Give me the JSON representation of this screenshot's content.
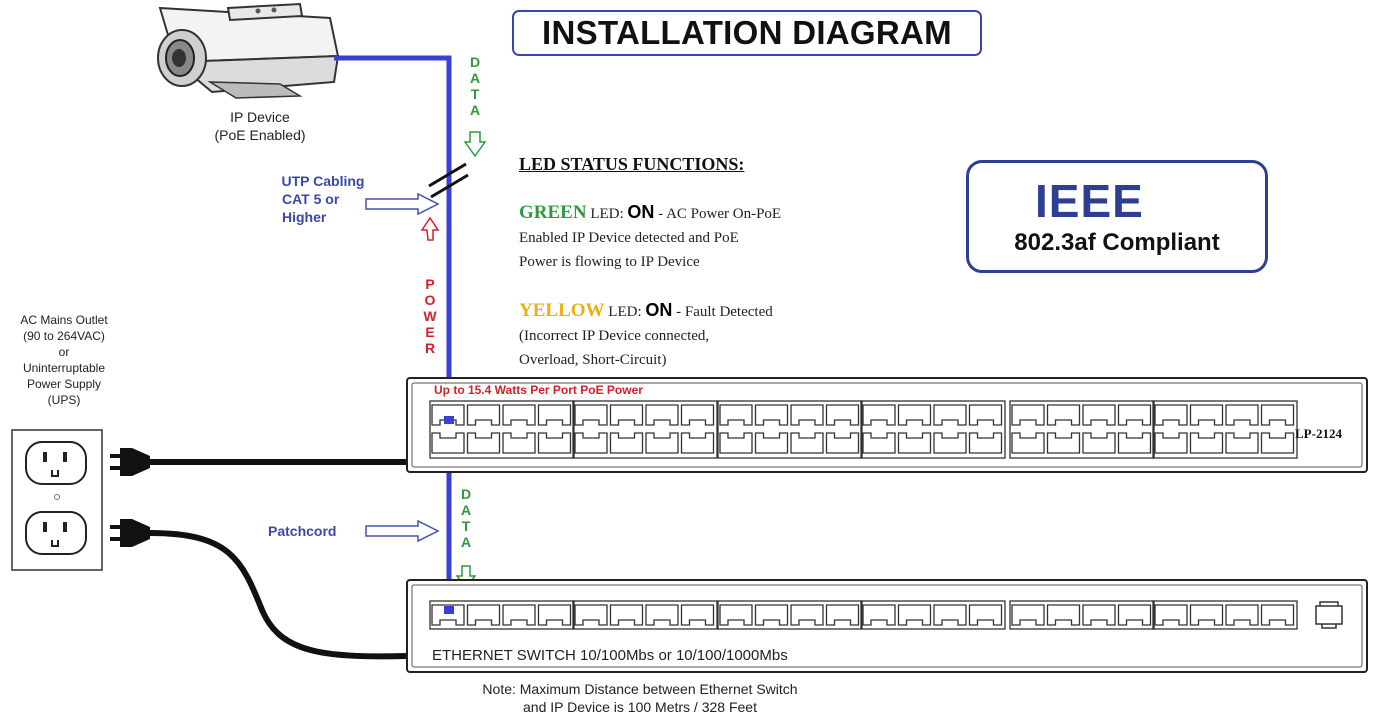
{
  "title": "INSTALLATION DIAGRAM",
  "device": {
    "name": "IP Device",
    "sub": "(PoE Enabled)"
  },
  "data_letters_top": [
    "D",
    "A",
    "T",
    "A"
  ],
  "data_letters_bottom": [
    "D",
    "A",
    "T",
    "A"
  ],
  "power_letters": [
    "P",
    "O",
    "W",
    "E",
    "R"
  ],
  "utp": {
    "line1": "UTP Cabling",
    "line2": "CAT 5 or",
    "line3": "Higher"
  },
  "patchcord": "Patchcord",
  "led": {
    "heading": "LED STATUS FUNCTIONS:",
    "green_word": "GREEN",
    "green_led": " LED: ",
    "green_on": "ON",
    "green_desc1": " - AC Power On-PoE",
    "green_desc2": "Enabled IP Device detected and PoE",
    "green_desc3": "Power is flowing to IP Device",
    "yellow_word": "YELLOW",
    "yellow_led": " LED: ",
    "yellow_on": "ON",
    "yellow_desc1": " - Fault Detected",
    "yellow_desc2": "(Incorrect IP Device connected,",
    "yellow_desc3": "Overload, Short-Circuit)"
  },
  "ieee": {
    "word": "IEEE",
    "compliance": "802.3af Compliant"
  },
  "ac": {
    "line1": "AC Mains Outlet",
    "line2": "(90 to 264VAC)",
    "line3": "or",
    "line4": "Uninterruptable",
    "line5": "Power Supply",
    "line6": "(UPS)"
  },
  "poe_note": "Up to 15.4 Watts Per Port PoE Power",
  "model": "LP-2124",
  "switch_label": "ETHERNET SWITCH 10/100Mbs or 10/100/1000Mbs",
  "note": {
    "line1": "Note: Maximum Distance between Ethernet Switch",
    "line2": "and IP Device is 100 Metrs / 328 Feet"
  },
  "colors": {
    "cable_blue": "#3a3fd6",
    "ieee_blue": "#2d3e95",
    "green": "#2e9a3e",
    "red": "#d4202a",
    "yellow": "#e9b10f"
  }
}
